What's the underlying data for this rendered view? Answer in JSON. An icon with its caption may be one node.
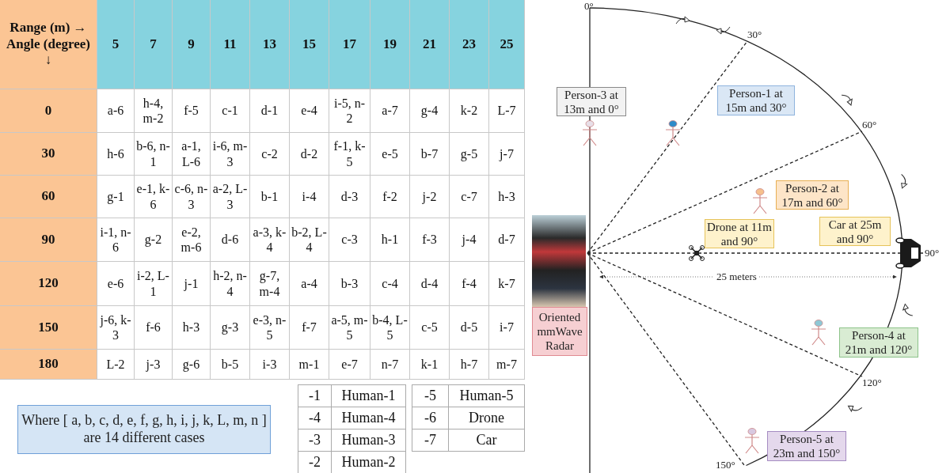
{
  "diagram": {
    "nodes": [
      {
        "text": [
          "Oriented mmWave Radar"
        ]
      },
      {
        "text": [
          "30°"
        ]
      },
      {
        "text": [
          "60°"
        ]
      },
      {
        "text": [
          "90°"
        ]
      },
      {
        "text": [
          "120°"
        ]
      },
      {
        "text": [
          "150°"
        ]
      },
      {
        "text": [
          "Person-3 at 13m and 0°"
        ]
      },
      {
        "text": [
          "Person-1 at 15m and 30°"
        ]
      },
      {
        "text": [
          "Person-2 at 17m and 60°"
        ]
      },
      {
        "text": [
          "Car at 25m and 90°"
        ]
      },
      {
        "text": [
          "Drone at 11m and 90°"
        ]
      },
      {
        "text": [
          "Person-4 at 21m and 120°"
        ]
      },
      {
        "text": [
          "Person-5 at 23m and 150°"
        ]
      },
      {
        "text": [
          "Where [ a, b, c, d, e, f, g, h, i, j, k, L, m, n ] are 14 different cases"
        ]
      }
    ],
    "edges": [
      {
        "from": 0,
        "to": 1,
        "arrow": "none",
        "style": "dashed"
      },
      {
        "from": 0,
        "to": 2,
        "arrow": "none",
        "style": "dashed"
      },
      {
        "from": 0,
        "to": 3,
        "arrow": "none",
        "style": "dashed"
      },
      {
        "from": 0,
        "to": 4,
        "arrow": "none",
        "style": "dashed"
      },
      {
        "from": 0,
        "to": 5,
        "arrow": "none",
        "style": "dashed"
      }
    ],
    "labels": [
      "Range (m) → Angle (degree) ↓",
      "5",
      "7",
      "9",
      "11",
      "13",
      "15",
      "17",
      "19",
      "21",
      "23",
      "25",
      "0",
      "a-6",
      "h-4, m-2",
      "f-5",
      "c-1",
      "d-1",
      "e-4",
      "i-5, n-2",
      "a-7",
      "g-4",
      "k-2",
      "L-7",
      "30",
      "h-6",
      "b-6, n-1",
      "a-1, L-6",
      "i-6, m-3",
      "c-2",
      "d-2",
      "f-1, k-5",
      "e-5",
      "b-7",
      "g-5",
      "j-7",
      "60",
      "g-1",
      "e-1, k-6",
      "c-6, n-3",
      "a-2, L-3",
      "b-1",
      "i-4",
      "d-3",
      "f-2",
      "j-2",
      "c-7",
      "h-3",
      "90",
      "i-1, n-6",
      "g-2",
      "e-2, m-6",
      "d-6",
      "a-3, k-4",
      "b-2, L-4",
      "c-3",
      "h-1",
      "f-3",
      "j-4",
      "d-7",
      "120",
      "e-6",
      "i-2, L-1",
      "j-1",
      "h-2, n-4",
      "g-7, m-4",
      "a-4",
      "b-3",
      "c-4",
      "d-4",
      "f-4",
      "k-7",
      "150",
      "j-6, k-3",
      "f-6",
      "h-3",
      "g-3",
      "e-3, n-5",
      "f-7",
      "a-5, m-5",
      "b-4, L-5",
      "c-5",
      "d-5",
      "i-7",
      "180",
      "L-2",
      "j-3",
      "g-6",
      "b-5",
      "i-3",
      "m-1",
      "e-7",
      "n-7",
      "k-1",
      "h-7",
      "m-7",
      "-1",
      "Human-1",
      "-4",
      "Human-4",
      "-3",
      "Human-3",
      "-2",
      "Human-2",
      "-5",
      "Human-5",
      "-6",
      "Drone",
      "-7",
      "Car",
      "25 meters",
      "0°"
    ]
  }
}
